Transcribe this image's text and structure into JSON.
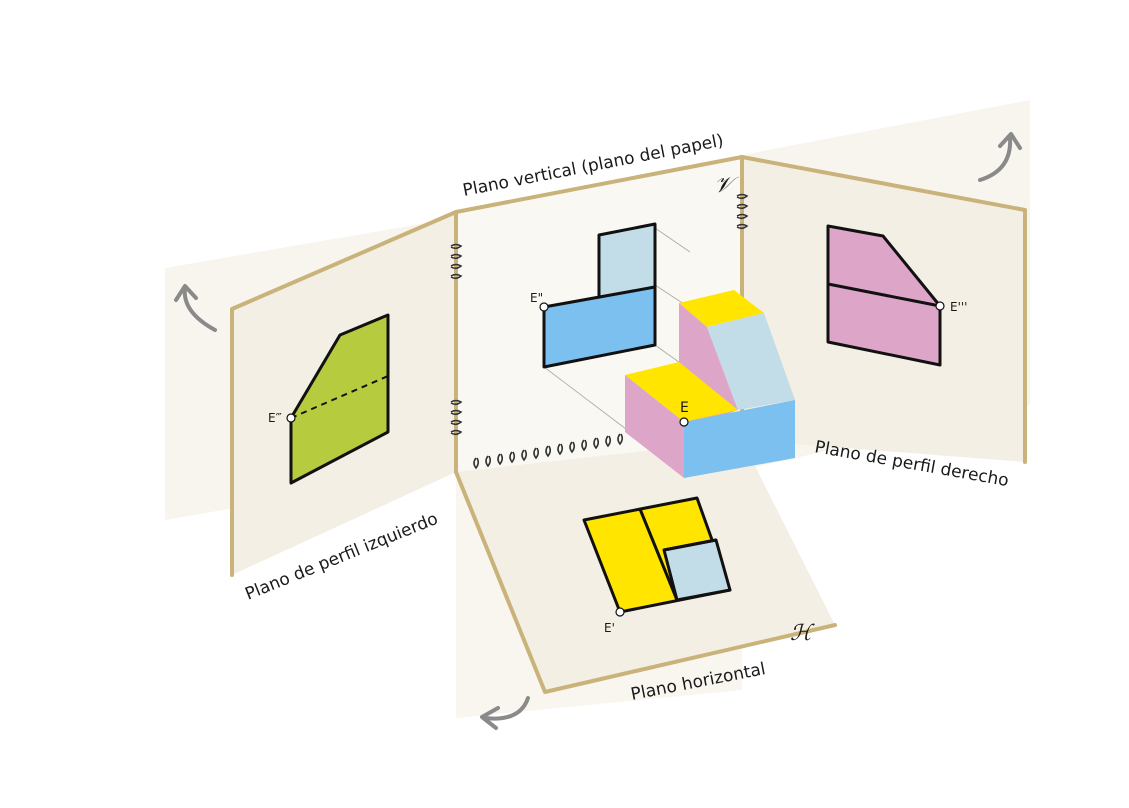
{
  "labels": {
    "vertical_plane": "Plano vertical (plano del papel)",
    "left_profile": "Plano de perfil izquierdo",
    "right_profile": "Plano de perfil derecho",
    "horizontal_plane": "Plano horizontal",
    "v_symbol": "𝒱",
    "h_symbol": "ℋ"
  },
  "points": {
    "e_3d": "E",
    "e_front": "E\"",
    "e_top": "E'",
    "e_left": "E‴",
    "e_right": "E'''"
  },
  "colors": {
    "frame": "#c9b37a",
    "plane_fill": "#f6f2ea",
    "arrow": "#8a8a8a",
    "blue": "#7cc0ef",
    "light_blue": "#c2dde8",
    "pink": "#dda6c8",
    "yellow": "#ffe500",
    "green": "#b7cb3e"
  },
  "icons": [
    "rotation-arrow-icon",
    "hinge-spiral-icon"
  ]
}
